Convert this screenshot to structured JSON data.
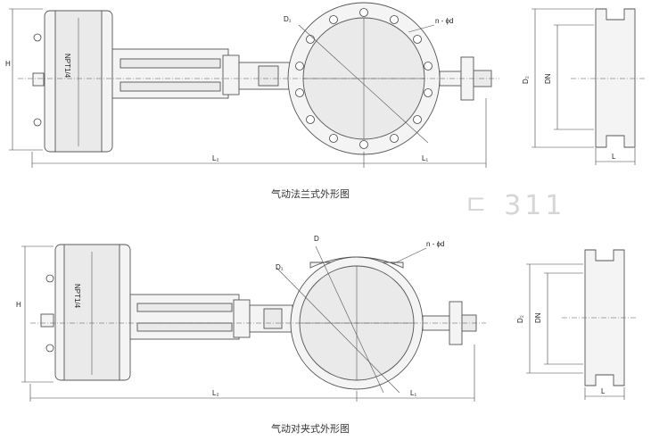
{
  "top_view": {
    "caption": "气动法兰式外形图",
    "label_h": "H",
    "label_l2": "L₂",
    "label_l1": "L₁",
    "label_d1": "D₁",
    "label_nphid": "n - ϕd",
    "label_npt": "NPT1/4",
    "side_d2": "D₂",
    "side_dn": "DN",
    "side_l": "L"
  },
  "bottom_view": {
    "caption": "气动对夹式外形图",
    "label_h": "H",
    "label_l2": "L₂",
    "label_l1": "L₁",
    "label_d": "D",
    "label_d1": "D₁",
    "label_nphid": "n - ϕd",
    "label_npt": "NPT1/4",
    "side_d2": "D₂",
    "side_dn": "DN",
    "side_l": "L"
  },
  "watermark": "ㄷ 311"
}
